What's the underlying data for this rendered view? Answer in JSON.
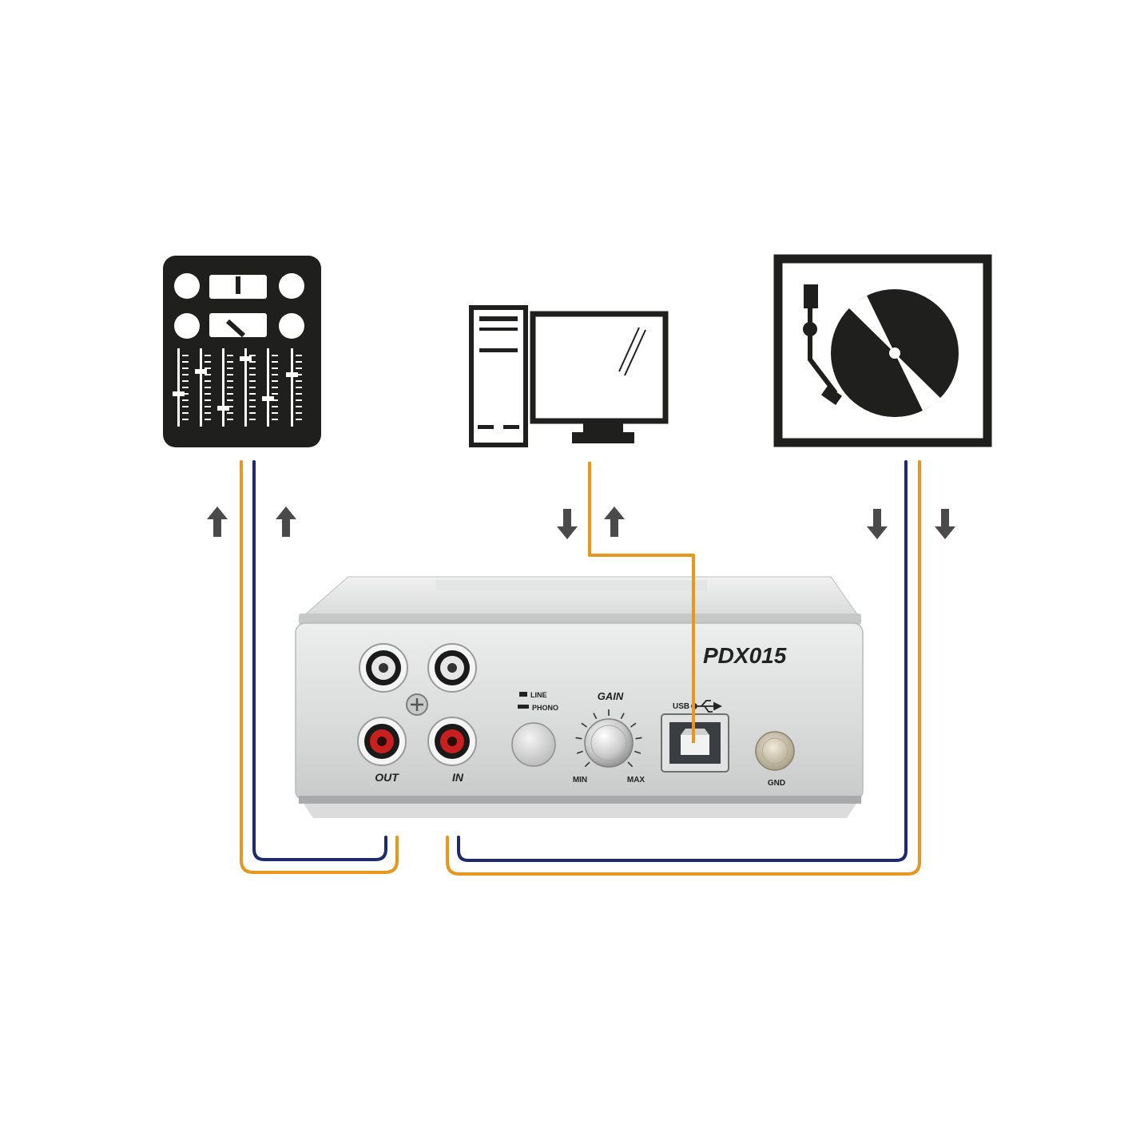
{
  "device": {
    "model": "PDX015",
    "out_label": "OUT",
    "in_label": "IN",
    "line_label": "LINE",
    "phono_label": "PHONO",
    "gain_label": "GAIN",
    "min_label": "MIN",
    "max_label": "MAX",
    "usb_label": "USB",
    "gnd_label": "GND"
  },
  "icons": {
    "mixer": "dj-mixer-icon",
    "computer": "computer-icon",
    "turntable": "turntable-icon",
    "arrow_up": "arrow-up-icon",
    "arrow_down": "arrow-down-icon"
  },
  "colors": {
    "cable_orange": "#e8961e",
    "cable_navy": "#1e2a6e",
    "icon_dark": "#1f201e",
    "arrow_gray": "#4a4a4a",
    "rca_red": "#c8201e",
    "rca_white": "#f2f2f2",
    "chassis": "#d9dadb"
  }
}
